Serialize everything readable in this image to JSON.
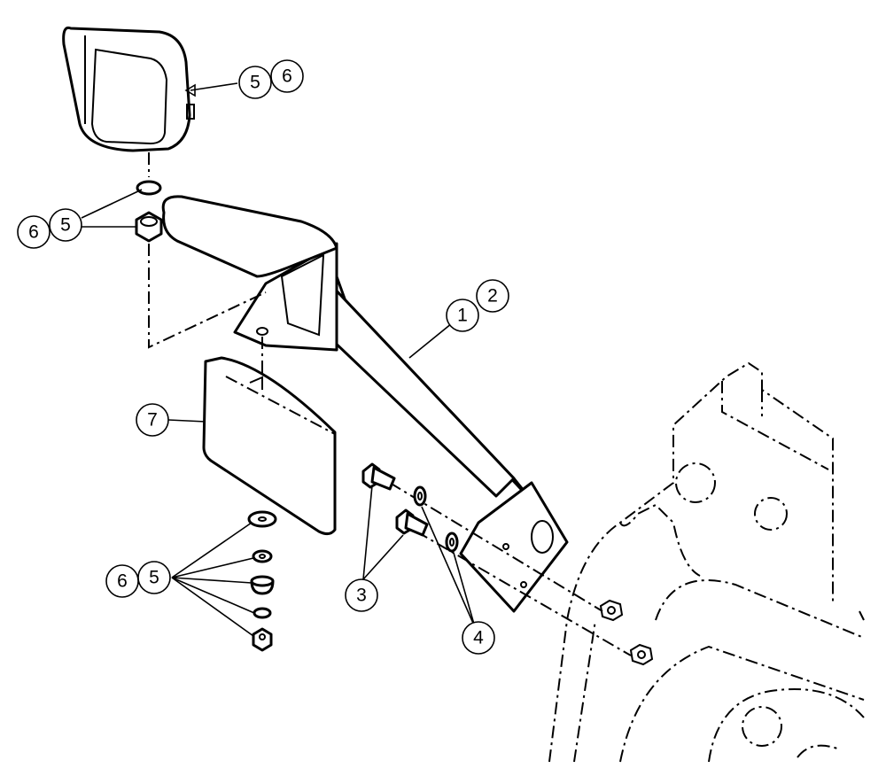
{
  "callouts": {
    "lamp_5": "5",
    "lamp_6": "6",
    "lamp_nut_6": "6",
    "lamp_nut_5": "5",
    "bracket_1": "1",
    "bracket_2": "2",
    "flap_7": "7",
    "washers_6": "6",
    "washers_5": "5",
    "bolts_3": "3",
    "lockwashers_4": "4"
  },
  "colors": {
    "line": "#000000",
    "background": "#ffffff"
  }
}
